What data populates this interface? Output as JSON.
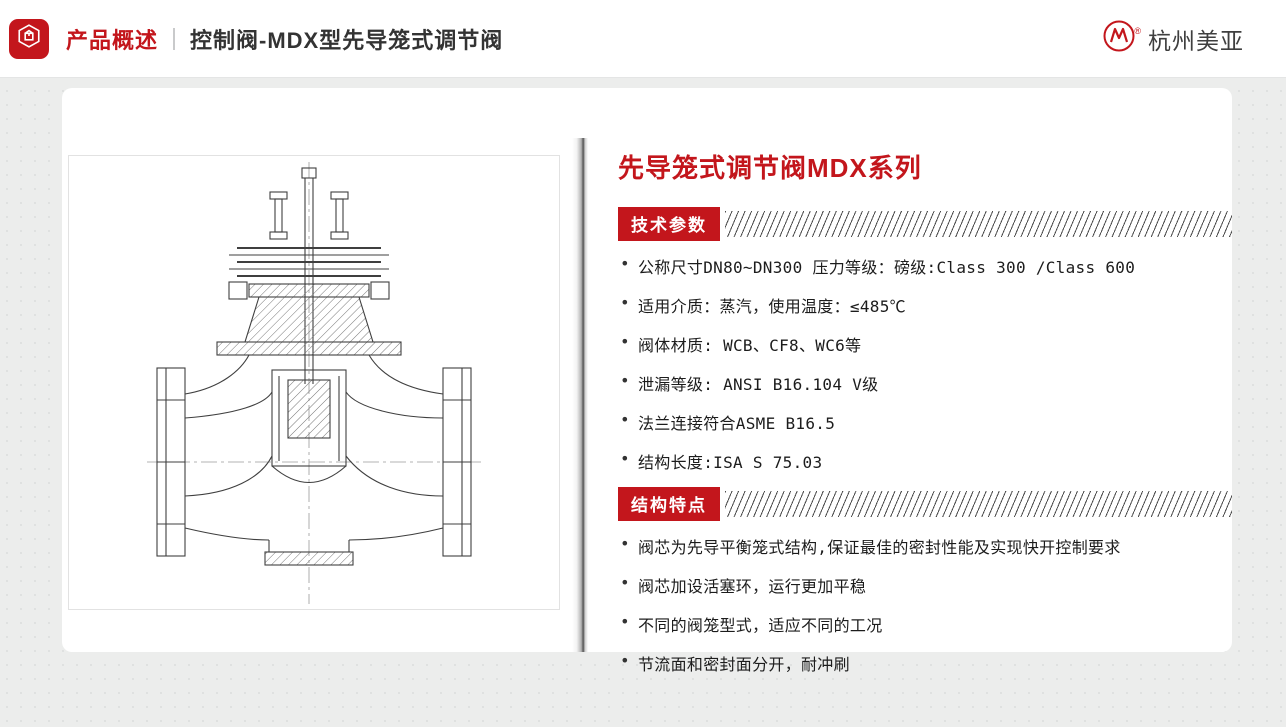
{
  "colors": {
    "accent": "#c3161c",
    "page_bg": "#ecedec",
    "text_dark": "#333333"
  },
  "header": {
    "category": "产品概述",
    "title": "控制阀-MDX型先导笼式调节阀",
    "brand_name": "杭州美亚",
    "logo_registered_mark": "®"
  },
  "content": {
    "series_title": "先导笼式调节阀MDX系列",
    "sections": [
      {
        "badge": "技术参数",
        "items": [
          "公称尺寸DN80~DN300  压力等级：磅级:Class 300 /Class 600",
          "适用介质：蒸汽，使用温度：≤485℃",
          "阀体材质: WCB、CF8、WC6等",
          "泄漏等级: ANSI B16.104 V级",
          "法兰连接符合ASME B16.5",
          "结构长度:ISA S 75.03"
        ]
      },
      {
        "badge": "结构特点",
        "items": [
          "阀芯为先导平衡笼式结构,保证最佳的密封性能及实现快开控制要求",
          "阀芯加设活塞环，运行更加平稳",
          "不同的阀笼型式，适应不同的工况",
          "节流面和密封面分开，耐冲刷"
        ]
      }
    ]
  }
}
